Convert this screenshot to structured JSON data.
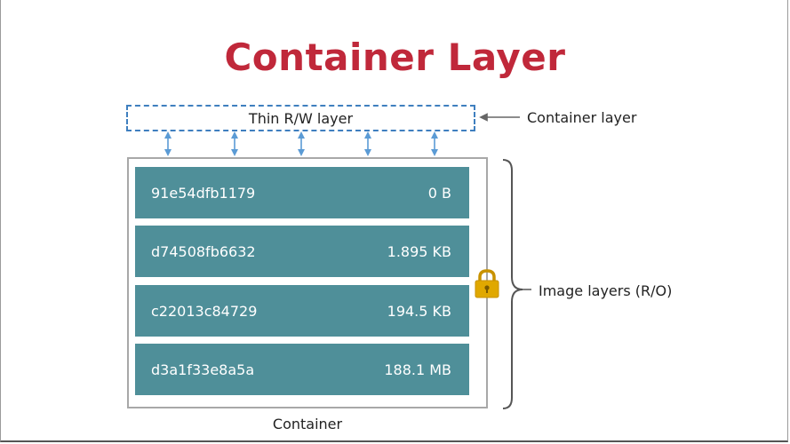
{
  "title": "Container Layer",
  "rw_layer": {
    "label": "Thin R/W layer",
    "annotation": "Container layer"
  },
  "image_layers": {
    "annotation": "Image layers (R/O)",
    "rows": [
      {
        "id": "91e54dfb1179",
        "size": "0 B"
      },
      {
        "id": "d74508fb6632",
        "size": "1.895 KB"
      },
      {
        "id": "c22013c84729",
        "size": "194.5 KB"
      },
      {
        "id": "d3a1f33e8a5a",
        "size": "188.1 MB"
      }
    ]
  },
  "container_label": "Container",
  "colors": {
    "title": "#c0283a",
    "layer_fill": "#4f8f99",
    "dashed_border": "#3f7fbf",
    "arrow": "#5b9bd5",
    "lock": "#e0a800"
  },
  "icons": [
    "padlock-icon",
    "bidirectional-arrow-icon",
    "left-arrow-icon",
    "curly-brace-icon"
  ]
}
